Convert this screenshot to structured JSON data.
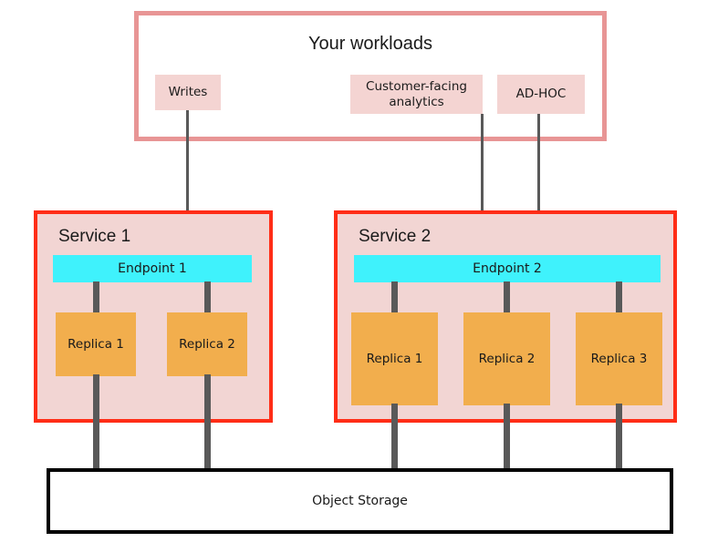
{
  "workloads": {
    "title": "Your workloads",
    "boxes": [
      {
        "label": "Writes"
      },
      {
        "label": "Customer-facing analytics"
      },
      {
        "label": "AD-HOC"
      }
    ]
  },
  "services": [
    {
      "label": "Service 1",
      "endpoint": "Endpoint 1",
      "replicas": [
        {
          "label": "Replica 1"
        },
        {
          "label": "Replica 2"
        }
      ]
    },
    {
      "label": "Service 2",
      "endpoint": "Endpoint 2",
      "replicas": [
        {
          "label": "Replica 1"
        },
        {
          "label": "Replica 2"
        },
        {
          "label": "Replica 3"
        }
      ]
    }
  ],
  "storage": {
    "label": "Object Storage"
  },
  "colors": {
    "workloads_border": "#e89595",
    "workload_box_fill": "#f4d4d2",
    "service_border": "#ff2d17",
    "service_fill": "#f2d5d3",
    "endpoint_fill": "#3ff2fc",
    "replica_fill": "#f2ae4d",
    "connector": "#595959",
    "storage_border": "#000000",
    "background": "#ffffff"
  }
}
